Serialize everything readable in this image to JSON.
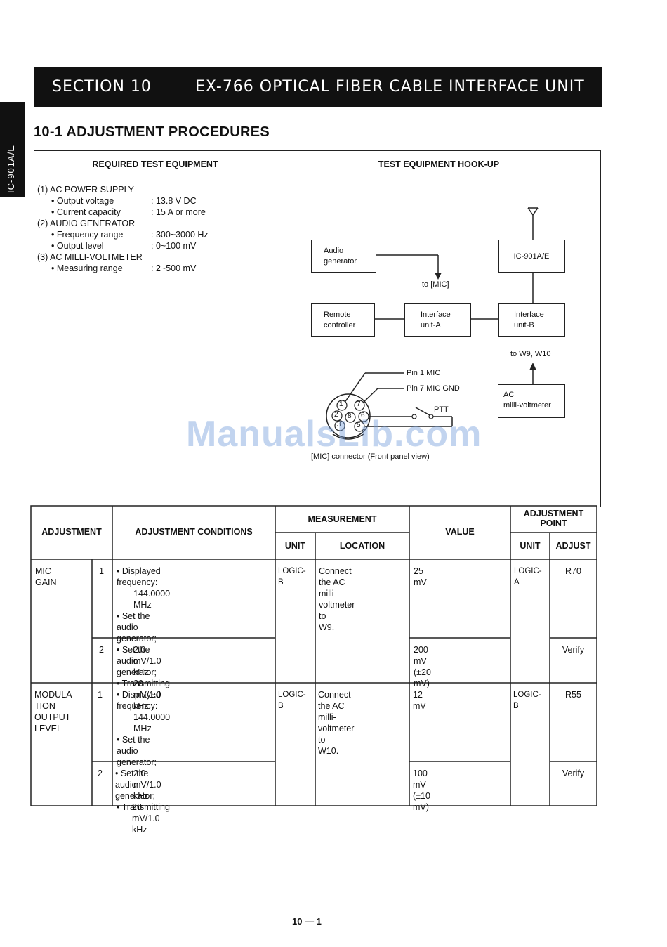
{
  "header": {
    "section_number": "SECTION  10",
    "section_title": "EX-766 OPTICAL FIBER CABLE INTERFACE UNIT",
    "side_tab": "IC-901A/E"
  },
  "heading": "10-1 ADJUSTMENT PROCEDURES",
  "equipment": {
    "header": "REQUIRED TEST EQUIPMENT",
    "items": [
      {
        "label": "(1) AC POWER SUPPLY",
        "value": ""
      },
      {
        "label": "• Output voltage",
        "value": ": 13.8 V DC"
      },
      {
        "label": "• Current capacity",
        "value": ": 15 A or more"
      },
      {
        "label": "(2) AUDIO GENERATOR",
        "value": ""
      },
      {
        "label": "• Frequency range",
        "value": ": 300~3000 Hz"
      },
      {
        "label": "• Output level",
        "value": ": 0~100 mV"
      },
      {
        "label": "(3) AC MILLI-VOLTMETER",
        "value": ""
      },
      {
        "label": "• Measuring range",
        "value": ": 2~500 mV"
      }
    ]
  },
  "hookup": {
    "header": "TEST EQUIPMENT HOOK-UP",
    "audio_gen_1": "Audio",
    "audio_gen_2": "generator",
    "ic901": "IC-901A/E",
    "to_mic": "to [MIC]",
    "remote_1": "Remote",
    "remote_2": "controller",
    "ifa_1": "Interface",
    "ifa_2": "unit-A",
    "ifb_1": "Interface",
    "ifb_2": "unit-B",
    "to_w9": "to W9, W10",
    "acmv_1": "AC",
    "acmv_2": "milli-voltmeter",
    "pin1": "Pin 1 MIC",
    "pin7": "Pin 7 MIC GND",
    "ptt": "PTT",
    "pins": [
      "1",
      "7",
      "2",
      "8",
      "6",
      "3",
      "5"
    ],
    "connector_caption": "[MIC] connector (Front panel view)"
  },
  "watermark": "ManualsLib.com",
  "table": {
    "h_adjustment": "ADJUSTMENT",
    "h_conditions": "ADJUSTMENT CONDITIONS",
    "h_measurement": "MEASUREMENT",
    "h_unit": "UNIT",
    "h_location": "LOCATION",
    "h_value": "VALUE",
    "h_adjpoint_1": "ADJUSTMENT",
    "h_adjpoint_2": "POINT",
    "h_adj_unit": "UNIT",
    "h_adjust": "ADJUST",
    "rows": [
      {
        "name": [
          "MIC GAIN"
        ],
        "meas_unit": "LOGIC-B",
        "location": [
          "Connect the AC",
          "milli-voltmeter to",
          "W9."
        ],
        "adj_unit": "LOGIC-A",
        "steps": [
          {
            "step": "1",
            "conditions": [
              "• Displayed frequency:",
              "144.0000 MHz",
              "• Set the audio generator;",
              "2.0 mV/1.0 kHz",
              "• Transmitting"
            ],
            "value": "25 mV",
            "adjust": "R70"
          },
          {
            "step": "2",
            "conditions": [
              "• Set the audio generator;",
              "20 mV/1.0 kHz"
            ],
            "value": "200 mV (±20 mV)",
            "adjust": "Verify"
          }
        ]
      },
      {
        "name": [
          "MODULA-",
          "TION",
          "OUTPUT",
          "LEVEL"
        ],
        "meas_unit": "LOGIC-B",
        "location": [
          "Connect the AC",
          "milli-voltmeter to",
          "W10."
        ],
        "adj_unit": "LOGIC-B",
        "steps": [
          {
            "step": "1",
            "conditions": [
              "• Displayed frequency:",
              "144.0000 MHz",
              "• Set the audio generator;",
              "2.0 mV/1.0 kHz",
              "• Transmitting"
            ],
            "value": "12 mV",
            "adjust": "R55"
          },
          {
            "step": "2",
            "conditions": [
              "• Set the audio generator;",
              "20 mV/1.0 kHz"
            ],
            "value": "100 mV (±10 mV)",
            "adjust": "Verify"
          }
        ]
      }
    ]
  },
  "page_number": "10 — 1"
}
